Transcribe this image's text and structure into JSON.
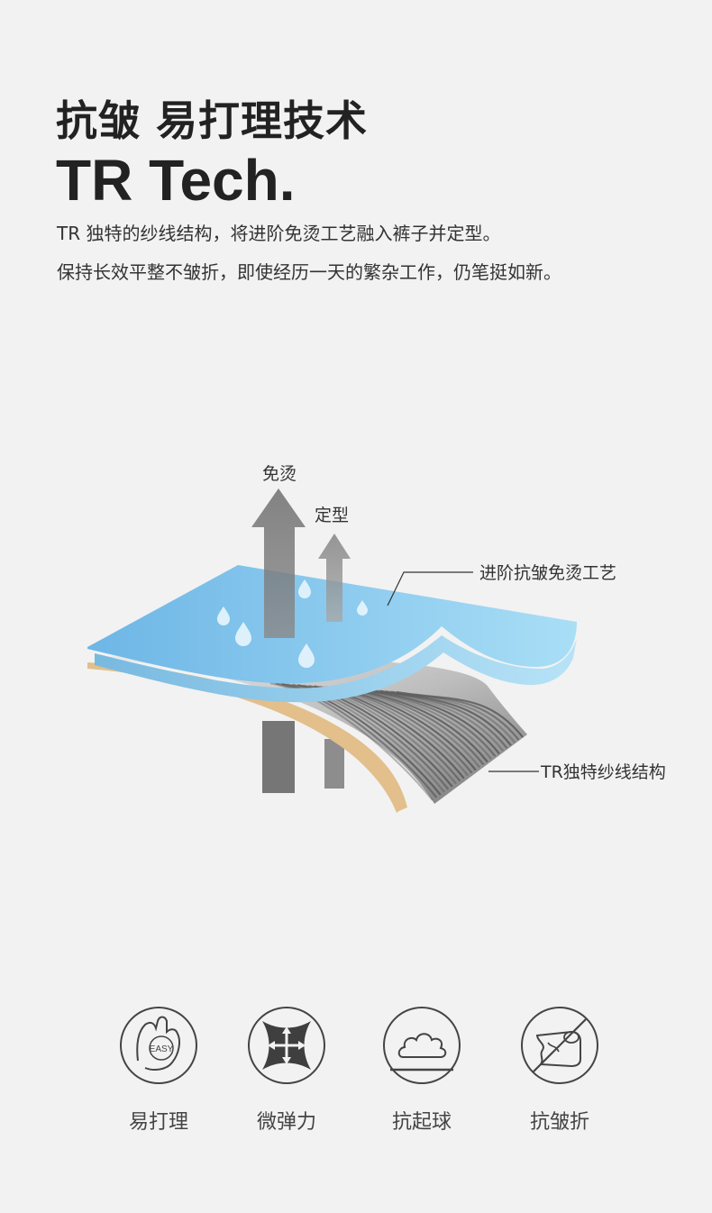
{
  "heading": {
    "title_cn": "抗皱 易打理技术",
    "title_en": "TR Tech."
  },
  "description": [
    "TR 独特的纱线结构，将进阶免烫工艺融入裤子并定型。",
    "保持长效平整不皱折，即使经历一天的繁杂工作，仍笔挺如新。"
  ],
  "illustration": {
    "arrow_large_label": "免烫",
    "arrow_small_label": "定型",
    "callout_top": "进阶抗皱免烫工艺",
    "callout_bottom": "TR独特纱线结构",
    "colors": {
      "top_layer": "#7ec3ea",
      "top_layer_light": "#a8dcf5",
      "fiber_dark": "#5a5a5a",
      "fiber_light": "#d9d9d9",
      "backing": "#e2c08e",
      "arrow": "#6b6b6b"
    }
  },
  "features": [
    {
      "icon": "easy-care-hand-icon",
      "icon_text": "EASY",
      "label": "易打理"
    },
    {
      "icon": "micro-stretch-arrows-icon",
      "label": "微弹力"
    },
    {
      "icon": "anti-pilling-cloud-icon",
      "label": "抗起球"
    },
    {
      "icon": "anti-wrinkle-no-fold-icon",
      "label": "抗皱折"
    }
  ]
}
